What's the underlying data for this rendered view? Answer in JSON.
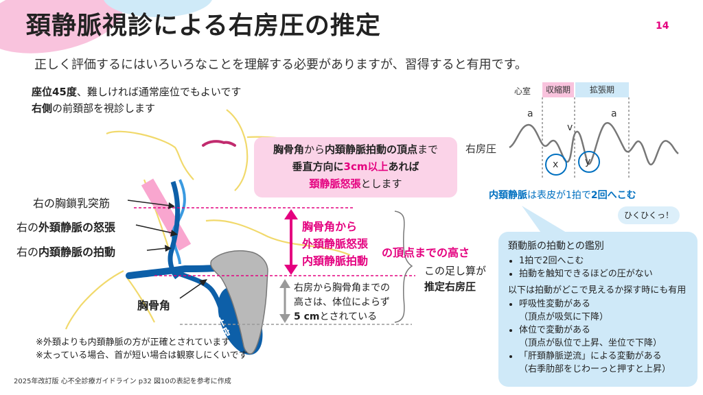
{
  "header": {
    "title": "頚静脈視診による右房圧の推定",
    "page_number": "14",
    "subtitle": "正しく評価するにはいろいろなことを理解する必要がありますが、習得すると有用です。"
  },
  "position": {
    "line1_bold": "座位45度",
    "line1_rest": "、難しければ通常座位でもよいです",
    "line2_bold": "右側",
    "line2_rest": "の前頚部を視診します"
  },
  "labels": {
    "scm": "右の胸鎖乳突筋",
    "ext_prefix": "右の",
    "ext_bold": "外頚静脈の怒張",
    "int_prefix": "右の",
    "int_bold": "内頚静脈の拍動",
    "sternal_angle": "胸骨角",
    "right_atrium": "右房"
  },
  "pink_box": {
    "l1_a": "胸骨角",
    "l1_b": "から",
    "l1_c": "内頚静脈拍動の頂点",
    "l1_d": "まで",
    "l2_a": "垂直方向に",
    "l2_b": "3cm以上",
    "l2_c": "あれば",
    "l3_a": "頚静脈怒張",
    "l3_b": "とします"
  },
  "arrow_text": {
    "l1": "胸骨角から",
    "l2": "外頚静脈怒張",
    "l3": "内頚静脈拍動",
    "tail": "の頂点までの高さ"
  },
  "sum": {
    "l1": "この足し算が",
    "l2": "推定右房圧"
  },
  "ra_height": {
    "l1": "右房から胸骨角までの",
    "l2": "高さは、体位によらず",
    "l3_bold": "5 cm",
    "l3_rest": "とされている"
  },
  "notes": [
    "※外頚よりも内頚静脈の方が正確とされています",
    "※太っている場合、首が短い場合は観察しにくいです"
  ],
  "reference": "2025年改訂版 心不全診療ガイドライン p32 図10の表記を参考に作成",
  "waveform": {
    "phase_label": "心室",
    "systole": "収縮期",
    "diastole": "拡張期",
    "wave_a1": "a",
    "wave_v": "v",
    "wave_a2": "a",
    "wave_x": "x",
    "wave_y": "y",
    "y_label": "右房圧",
    "caption_blue": "内頚静脈",
    "caption_mid": "は表皮が1拍で",
    "caption_bold": "2回へこむ",
    "bubble": "ひくひくっ！"
  },
  "blue_box": {
    "heading": "頚動脈の拍動との鑑別",
    "items1": [
      "1拍で2回へこむ",
      "拍動を触知できるほどの圧がない"
    ],
    "middle": "以下は拍動がどこで見えるか探す時にも有用",
    "items2": [
      {
        "main": "呼吸性変動がある",
        "sub": "（頂点が吸気に下降）"
      },
      {
        "main": "体位で変動がある",
        "sub": "（頂点が臥位で上昇、坐位で下降）"
      },
      {
        "main": "「肝頚静脈逆流」による変動がある",
        "sub": "（右季肋部をじわーっと押すと上昇）"
      }
    ]
  },
  "colors": {
    "accent": "#e4007f",
    "blue": "#0070c0",
    "pink_box": "#fbd3e8",
    "blue_box": "#cfe9f8"
  }
}
